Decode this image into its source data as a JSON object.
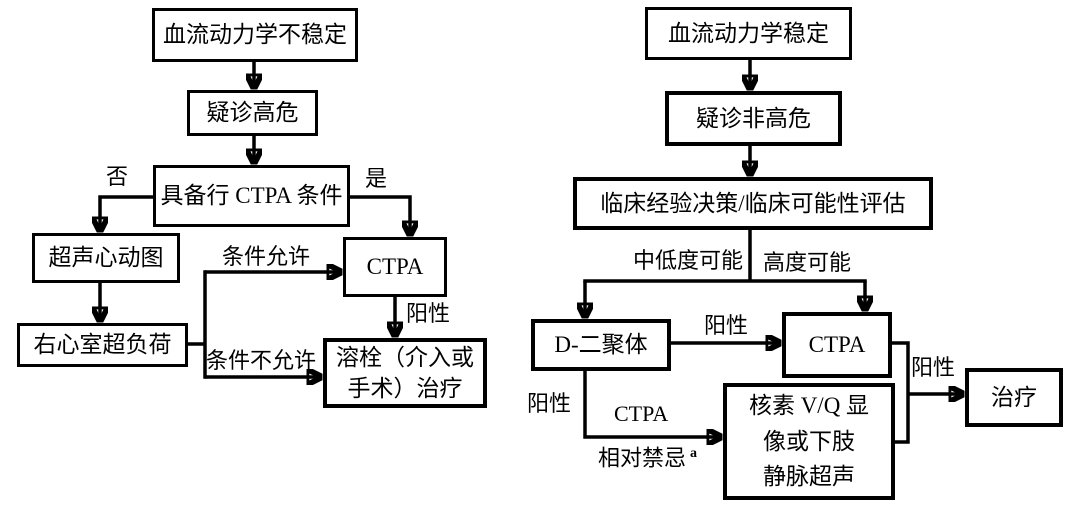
{
  "left_chart": {
    "nodes": {
      "hemodynamic_unstable": "血流动力学不稳定",
      "suspected_high_risk": "疑诊高危",
      "ctpa_feasible": "具备行 CTPA 条件",
      "echocardiography": "超声心动图",
      "rv_overload": "右心室超负荷",
      "ctpa": "CTPA",
      "thrombolysis": {
        "line1": "溶栓（介入或",
        "line2": "手术）治疗"
      }
    },
    "edge_labels": {
      "no": "否",
      "yes": "是",
      "condition_allowed": "条件允许",
      "condition_not_allowed": "条件不允许",
      "positive": "阳性"
    }
  },
  "right_chart": {
    "nodes": {
      "hemodynamic_stable": "血流动力学稳定",
      "suspected_non_high_risk": "疑诊非高危",
      "clinical_assessment": "临床经验决策/临床可能性评估",
      "d_dimer": "D-二聚体",
      "ctpa": "CTPA",
      "vq_scan": {
        "line1": "核素 V/Q 显",
        "line2": "像或下肢",
        "line3": "静脉超声"
      },
      "treatment": "治疗"
    },
    "edge_labels": {
      "low_medium_probability": "中低度可能",
      "high_probability": "高度可能",
      "positive_to_ctpa": "阳性",
      "positive_down": "阳性",
      "ctpa_edge": "CTPA",
      "relative_contraindication": "相对禁忌",
      "relative_contraindication_sup": "a",
      "positive_to_treatment": "阳性"
    }
  },
  "colors": {
    "background": "#ffffff",
    "line": "#000000",
    "text": "#000000"
  }
}
